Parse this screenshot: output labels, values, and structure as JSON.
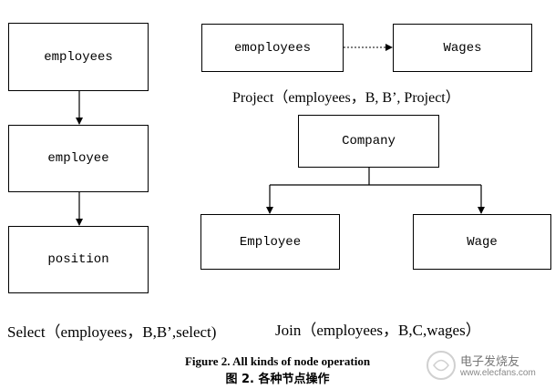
{
  "select_diagram": {
    "nodes": [
      "employees",
      "employee",
      "position"
    ],
    "caption": "Select（employees，B,B’,select)"
  },
  "project_diagram": {
    "source": "emoployees",
    "target": "Wages",
    "caption": "Project（employees，B, B’, Project）"
  },
  "join_diagram": {
    "parent": "Company",
    "children": [
      "Employee",
      "Wage"
    ],
    "caption": "Join（employees，B,C,wages）"
  },
  "figure": {
    "caption_en": "Figure 2. All kinds of node operation",
    "caption_cn": "图 2. 各种节点操作"
  },
  "watermark": {
    "name": "电子发烧友",
    "url": "www.elecfans.com"
  }
}
